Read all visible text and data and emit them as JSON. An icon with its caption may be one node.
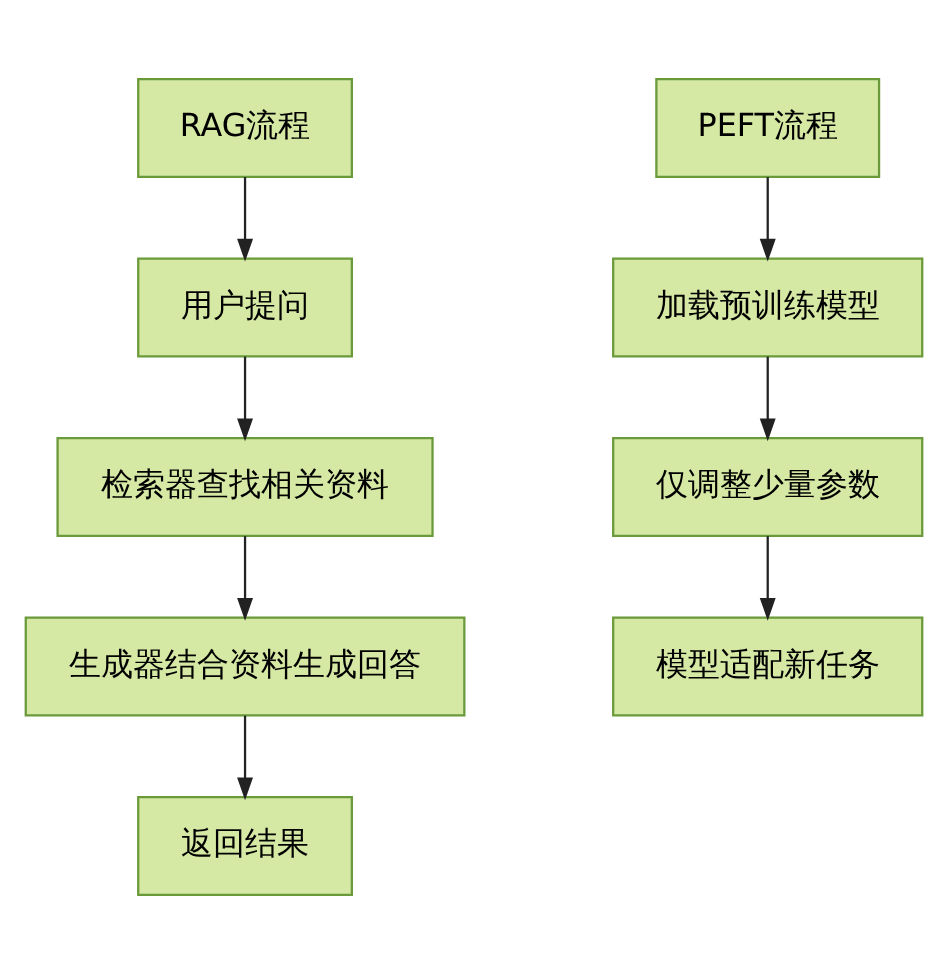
{
  "diagram": {
    "nodes": [
      {
        "text": [
          "RAG流程"
        ]
      },
      {
        "text": [
          "用户提问"
        ]
      },
      {
        "text": [
          "检索器查找相关资料"
        ]
      },
      {
        "text": [
          "生成器结合资料生成回答"
        ]
      },
      {
        "text": [
          "返回结果"
        ]
      },
      {
        "text": [
          "PEFT流程"
        ]
      },
      {
        "text": [
          "加载预训练模型"
        ]
      },
      {
        "text": [
          "仅调整少量参数"
        ]
      },
      {
        "text": [
          "模型适配新任务"
        ]
      }
    ],
    "edges": [
      {
        "from": 0,
        "to": 1,
        "arrow": "to"
      },
      {
        "from": 1,
        "to": 2,
        "arrow": "to"
      },
      {
        "from": 2,
        "to": 3,
        "arrow": "to"
      },
      {
        "from": 3,
        "to": 4,
        "arrow": "to"
      },
      {
        "from": 5,
        "to": 6,
        "arrow": "to"
      },
      {
        "from": 6,
        "to": 7,
        "arrow": "to"
      },
      {
        "from": 7,
        "to": 8,
        "arrow": "to"
      }
    ]
  }
}
